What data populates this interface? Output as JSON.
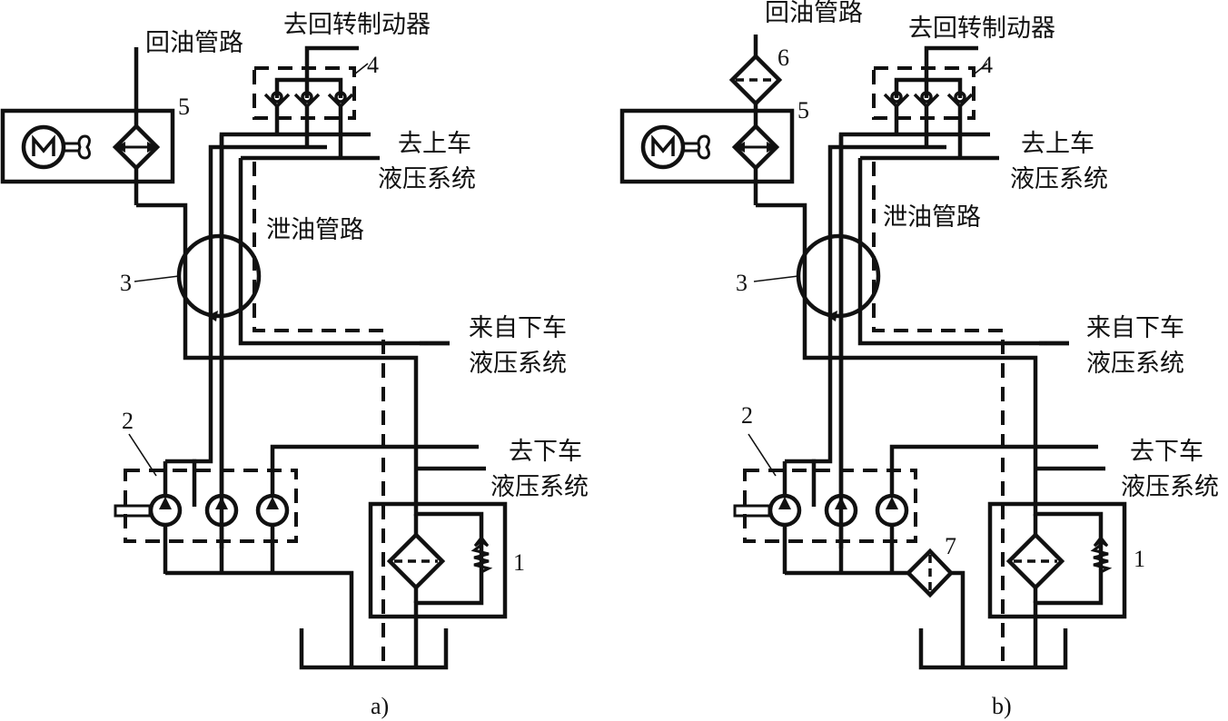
{
  "figure": {
    "panels": [
      {
        "id": "a",
        "caption": "a)",
        "labels": {
          "return_line": "回油管路",
          "to_slewing_brake": "去回转制动器",
          "to_upper_1": "去上车",
          "to_upper_2": "液压系统",
          "drain_line": "泄油管路",
          "from_lower_1": "来自下车",
          "from_lower_2": "液压系统",
          "to_lower_1": "去下车",
          "to_lower_2": "液压系统"
        },
        "component_numbers": {
          "filter_bypass": "1",
          "pump_group": "2",
          "rotary_joint": "3",
          "check_valves": "4",
          "cooler": "5"
        }
      },
      {
        "id": "b",
        "caption": "b)",
        "labels": {
          "return_line": "回油管路",
          "to_slewing_brake": "去回转制动器",
          "to_upper_1": "去上车",
          "to_upper_2": "液压系统",
          "drain_line": "泄油管路",
          "from_lower_1": "来自下车",
          "from_lower_2": "液压系统",
          "to_lower_1": "去下车",
          "to_lower_2": "液压系统"
        },
        "component_numbers": {
          "filter_bypass": "1",
          "pump_group": "2",
          "rotary_joint": "3",
          "check_valves": "4",
          "cooler": "5",
          "return_filter": "6",
          "suction_filter": "7"
        }
      }
    ],
    "motor_symbol": "M"
  }
}
